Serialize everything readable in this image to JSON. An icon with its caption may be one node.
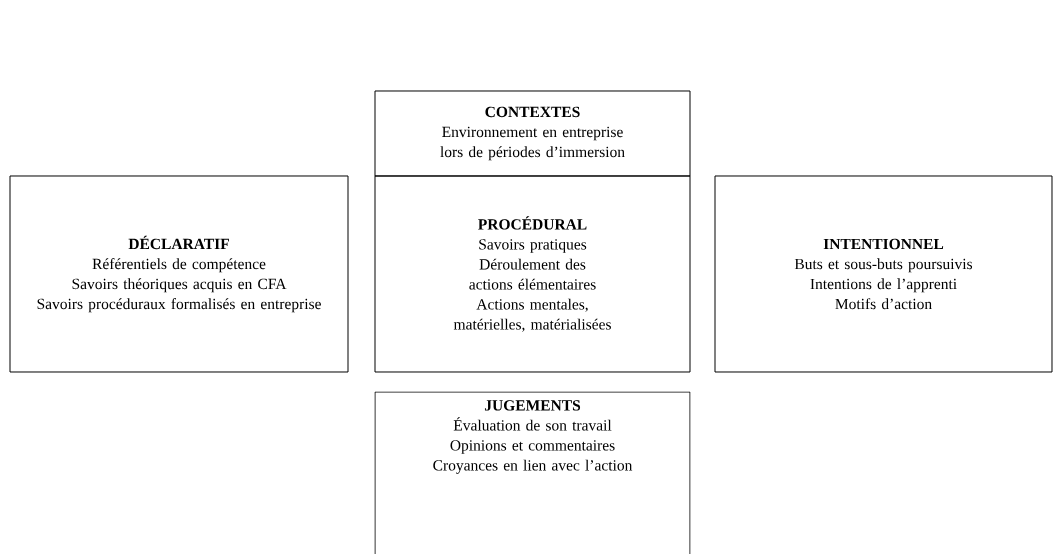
{
  "diagram": {
    "nodes": [
      {
        "text": [
          "CONTEXTES",
          "Environnement en entreprise",
          "lors de périodes d’immersion"
        ]
      },
      {
        "text": [
          "DÉCLARATIF",
          "Référentiels de compétence",
          "Savoirs théoriques acquis en CFA",
          "Savoirs procéduraux formalisés en entreprise"
        ]
      },
      {
        "text": [
          "PROCÉDURAL",
          "Savoirs pratiques",
          "Déroulement des actions élémentaires",
          "Actions mentales, matérielles, matérialisées"
        ]
      },
      {
        "text": [
          "INTENTIONNEL",
          "Buts et sous-buts poursuivis",
          "Intentions de l’apprenti",
          "Motifs d’action"
        ]
      },
      {
        "text": [
          "JUGEMENTS",
          "Évaluation de son travail",
          "Opinions et commentaires",
          "Croyances en lien avec l’action"
        ]
      }
    ]
  }
}
